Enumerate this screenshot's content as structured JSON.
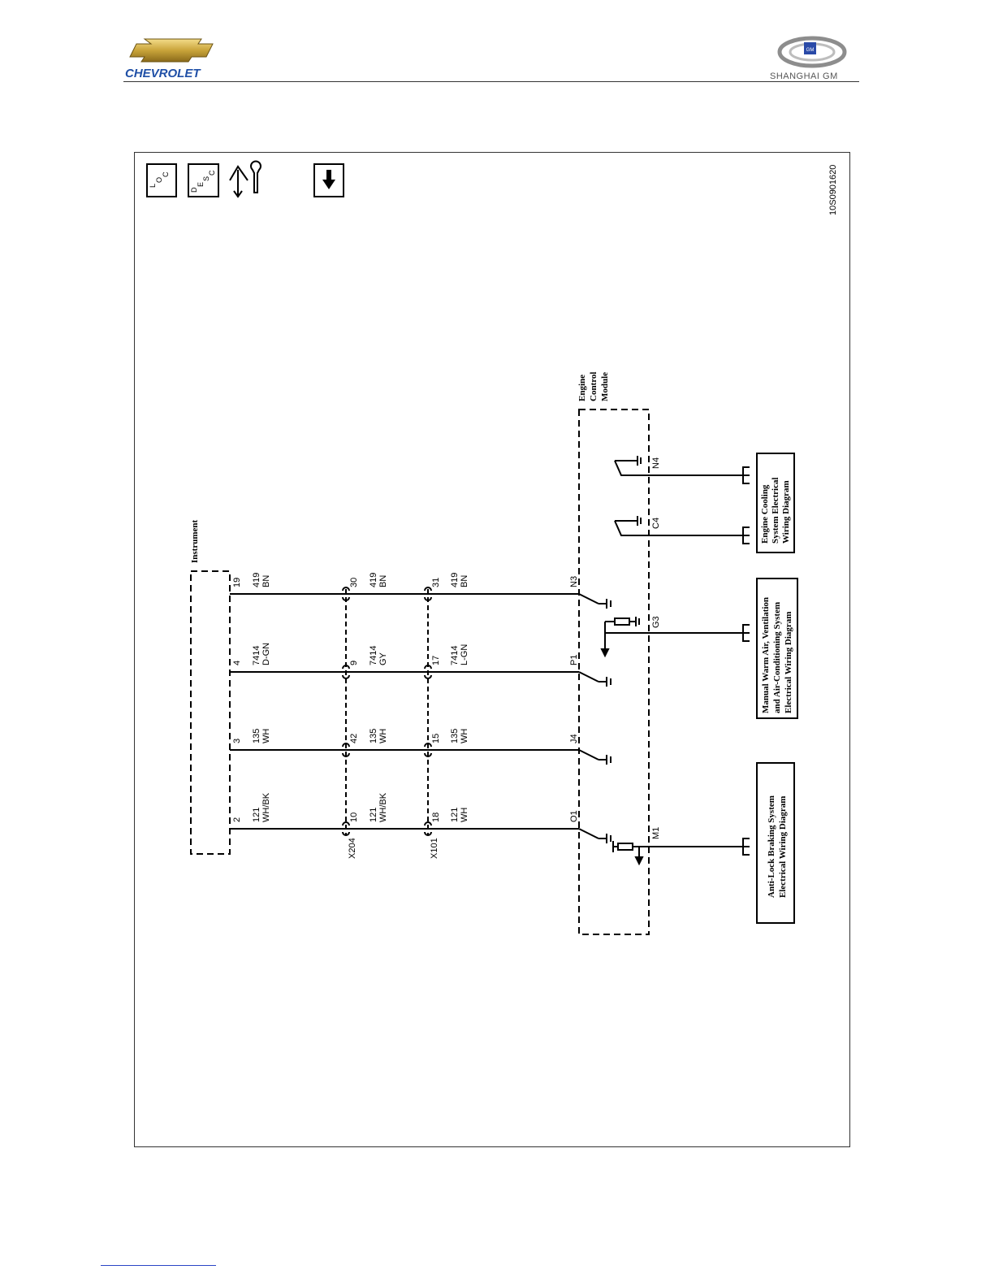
{
  "header": {
    "left_brand": "CHEVROLET",
    "right_brand": "SHANGHAI GM",
    "right_badge": "GM"
  },
  "toolbar_icons": [
    {
      "name": "loc-icon",
      "text": "LOC"
    },
    {
      "name": "desc-icon",
      "text": "DESC"
    },
    {
      "name": "diagnostic-icon"
    },
    {
      "name": "down-arrow-icon"
    }
  ],
  "figure_id": "10S0901620",
  "modules": {
    "instrument": "Instrument",
    "ecm_line1": "Engine",
    "ecm_line2": "Control",
    "ecm_line3": "Module"
  },
  "connectors": {
    "x204": "X204",
    "x101": "X101"
  },
  "circuits": [
    {
      "inst_pin": "19",
      "wire_a": "419",
      "color_a": "BN",
      "x204_pin": "30",
      "wire_b": "419",
      "color_b": "BN",
      "x101_pin": "31",
      "wire_c": "419",
      "color_c": "BN",
      "ecm_pin": "N3"
    },
    {
      "inst_pin": "4",
      "wire_a": "7414",
      "color_a": "D-GN",
      "x204_pin": "9",
      "wire_b": "7414",
      "color_b": "GY",
      "x101_pin": "17",
      "wire_c": "7414",
      "color_c": "L-GN",
      "ecm_pin": "P1"
    },
    {
      "inst_pin": "3",
      "wire_a": "135",
      "color_a": "WH",
      "x204_pin": "42",
      "wire_b": "135",
      "color_b": "WH",
      "x101_pin": "15",
      "wire_c": "135",
      "color_c": "WH",
      "ecm_pin": "J4"
    },
    {
      "inst_pin": "2",
      "wire_a": "121",
      "color_a": "WH/BK",
      "x204_pin": "10",
      "wire_b": "121",
      "color_b": "WH/BK",
      "x101_pin": "18",
      "wire_c": "121",
      "color_c": "WH",
      "ecm_pin": "O1"
    }
  ],
  "ecm_outputs": [
    {
      "pin": "N4"
    },
    {
      "pin": "C4"
    },
    {
      "pin": "G3"
    },
    {
      "pin": "M1"
    }
  ],
  "reference_boxes": {
    "cooling": [
      "Engine Cooling",
      "System Electrical",
      "Wiring Diagram"
    ],
    "hvac": [
      "Manual Warm Air, Ventilation",
      "and Air-Conditioning System",
      "Electrical Wiring Diagram"
    ],
    "abs": [
      "Anti-Lock Braking System",
      "Electrical Wiring Diagram"
    ]
  }
}
